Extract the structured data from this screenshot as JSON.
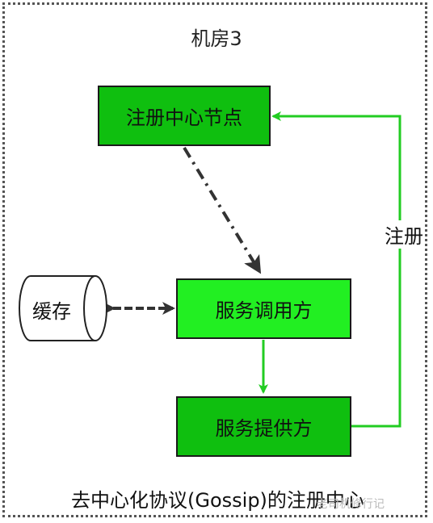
{
  "diagram": {
    "title": "机房3",
    "nodes": {
      "registry": "注册中心节点",
      "caller": "服务调用方",
      "provider": "服务提供方",
      "cache": "缓存"
    },
    "edges": [
      {
        "from": "registry",
        "to": "caller",
        "style": "dash-dot"
      },
      {
        "from": "cache",
        "to": "caller",
        "style": "bidirectional"
      },
      {
        "from": "caller",
        "to": "provider",
        "style": "solid"
      },
      {
        "from": "provider",
        "to": "registry",
        "style": "solid",
        "label": "注册"
      }
    ],
    "caption": "去中心化协议(Gossip)的注册中心",
    "watermark": "老司机修行记"
  },
  "colors": {
    "node_dark": "#0fbf0f",
    "node_bright": "#22ef22",
    "arrow_green": "#22cc22",
    "arrow_dark": "#333333"
  }
}
